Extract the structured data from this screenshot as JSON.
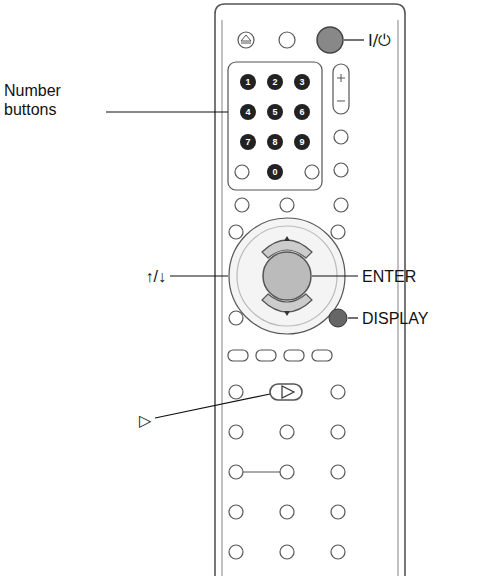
{
  "diagram": {
    "labels": [
      "Number buttons",
      "I/⏻",
      "↑/↓",
      "ENTER",
      "DISPLAY",
      "▷",
      "1",
      "2",
      "3",
      "4",
      "5",
      "6",
      "7",
      "8",
      "9",
      "0"
    ]
  }
}
